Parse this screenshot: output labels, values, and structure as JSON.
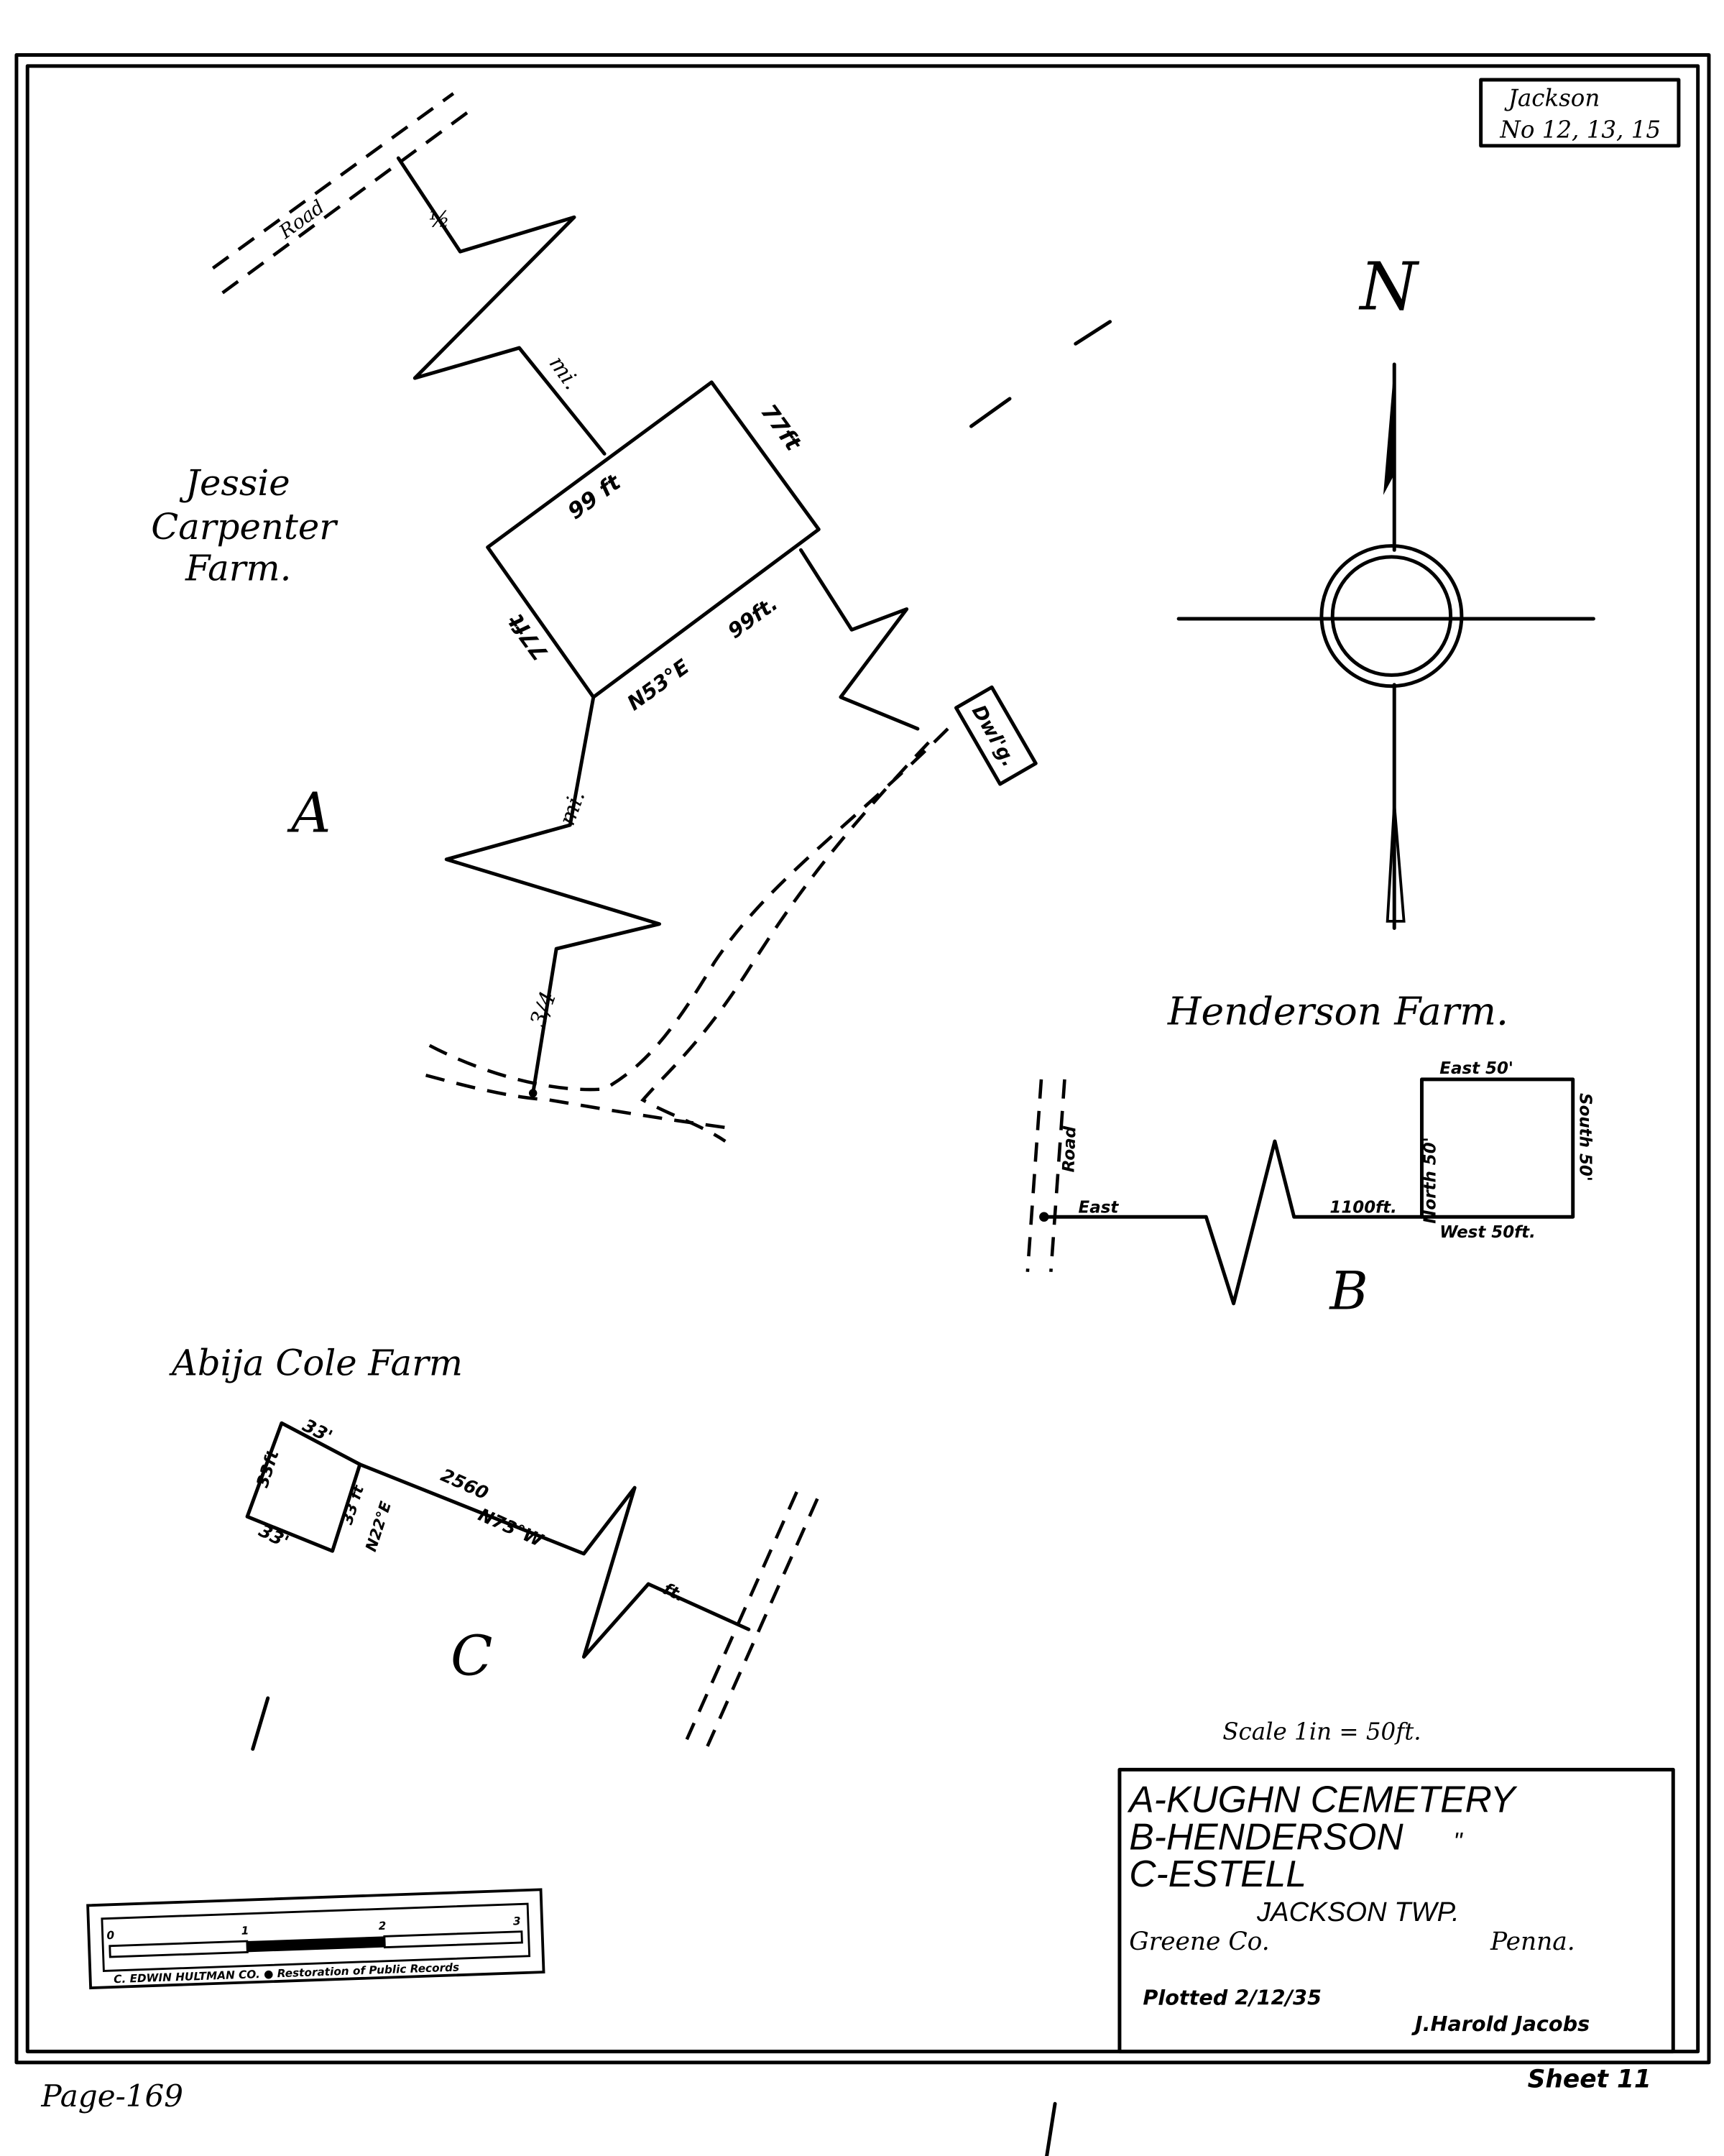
{
  "corner_label": {
    "line1": "Jackson",
    "line2": "No 12, 13, 15"
  },
  "north_label": "N",
  "plat_a": {
    "letter": "A",
    "farm": [
      "Jessie",
      "Carpenter",
      "Farm."
    ],
    "road_label": "Road",
    "dims": [
      "99 ft",
      "77ft",
      "99ft.",
      "N53°E",
      "77ft"
    ],
    "mi_labels": [
      "½",
      "mi.",
      "mi.",
      "3/4"
    ],
    "dwelling": "Dwl'g."
  },
  "plat_b": {
    "letter": "B",
    "farm": "Henderson Farm.",
    "road_label": "Road",
    "dims": [
      "East",
      "1100ft.",
      "East 50'",
      "North 50'",
      "South 50'",
      "West 50ft."
    ]
  },
  "plat_c": {
    "letter": "C",
    "farm": "Abija Cole Farm",
    "dims": [
      "33'",
      "33ft",
      "33'",
      "33 ft",
      "N22°E",
      "2560",
      "N73°W",
      "ft."
    ]
  },
  "scale_note": "Scale 1in = 50ft.",
  "title_block": {
    "line1": "A-KUGHN   CEMETERY",
    "line2": "B-HENDERSON",
    "ditto": "\"",
    "line3": "C-ESTELL",
    "township": "JACKSON TWP.",
    "county": "Greene Co.",
    "state": "Penna.",
    "plotted": "Plotted 2/12/35",
    "surveyor": "J.Harold Jacobs"
  },
  "scale_bar": {
    "ticks": [
      "0",
      "1",
      "2",
      "3"
    ],
    "caption": "C. EDWIN HULTMAN CO.  ●  Restoration of Public Records"
  },
  "sheet": "Sheet 11",
  "page": "Page-169"
}
